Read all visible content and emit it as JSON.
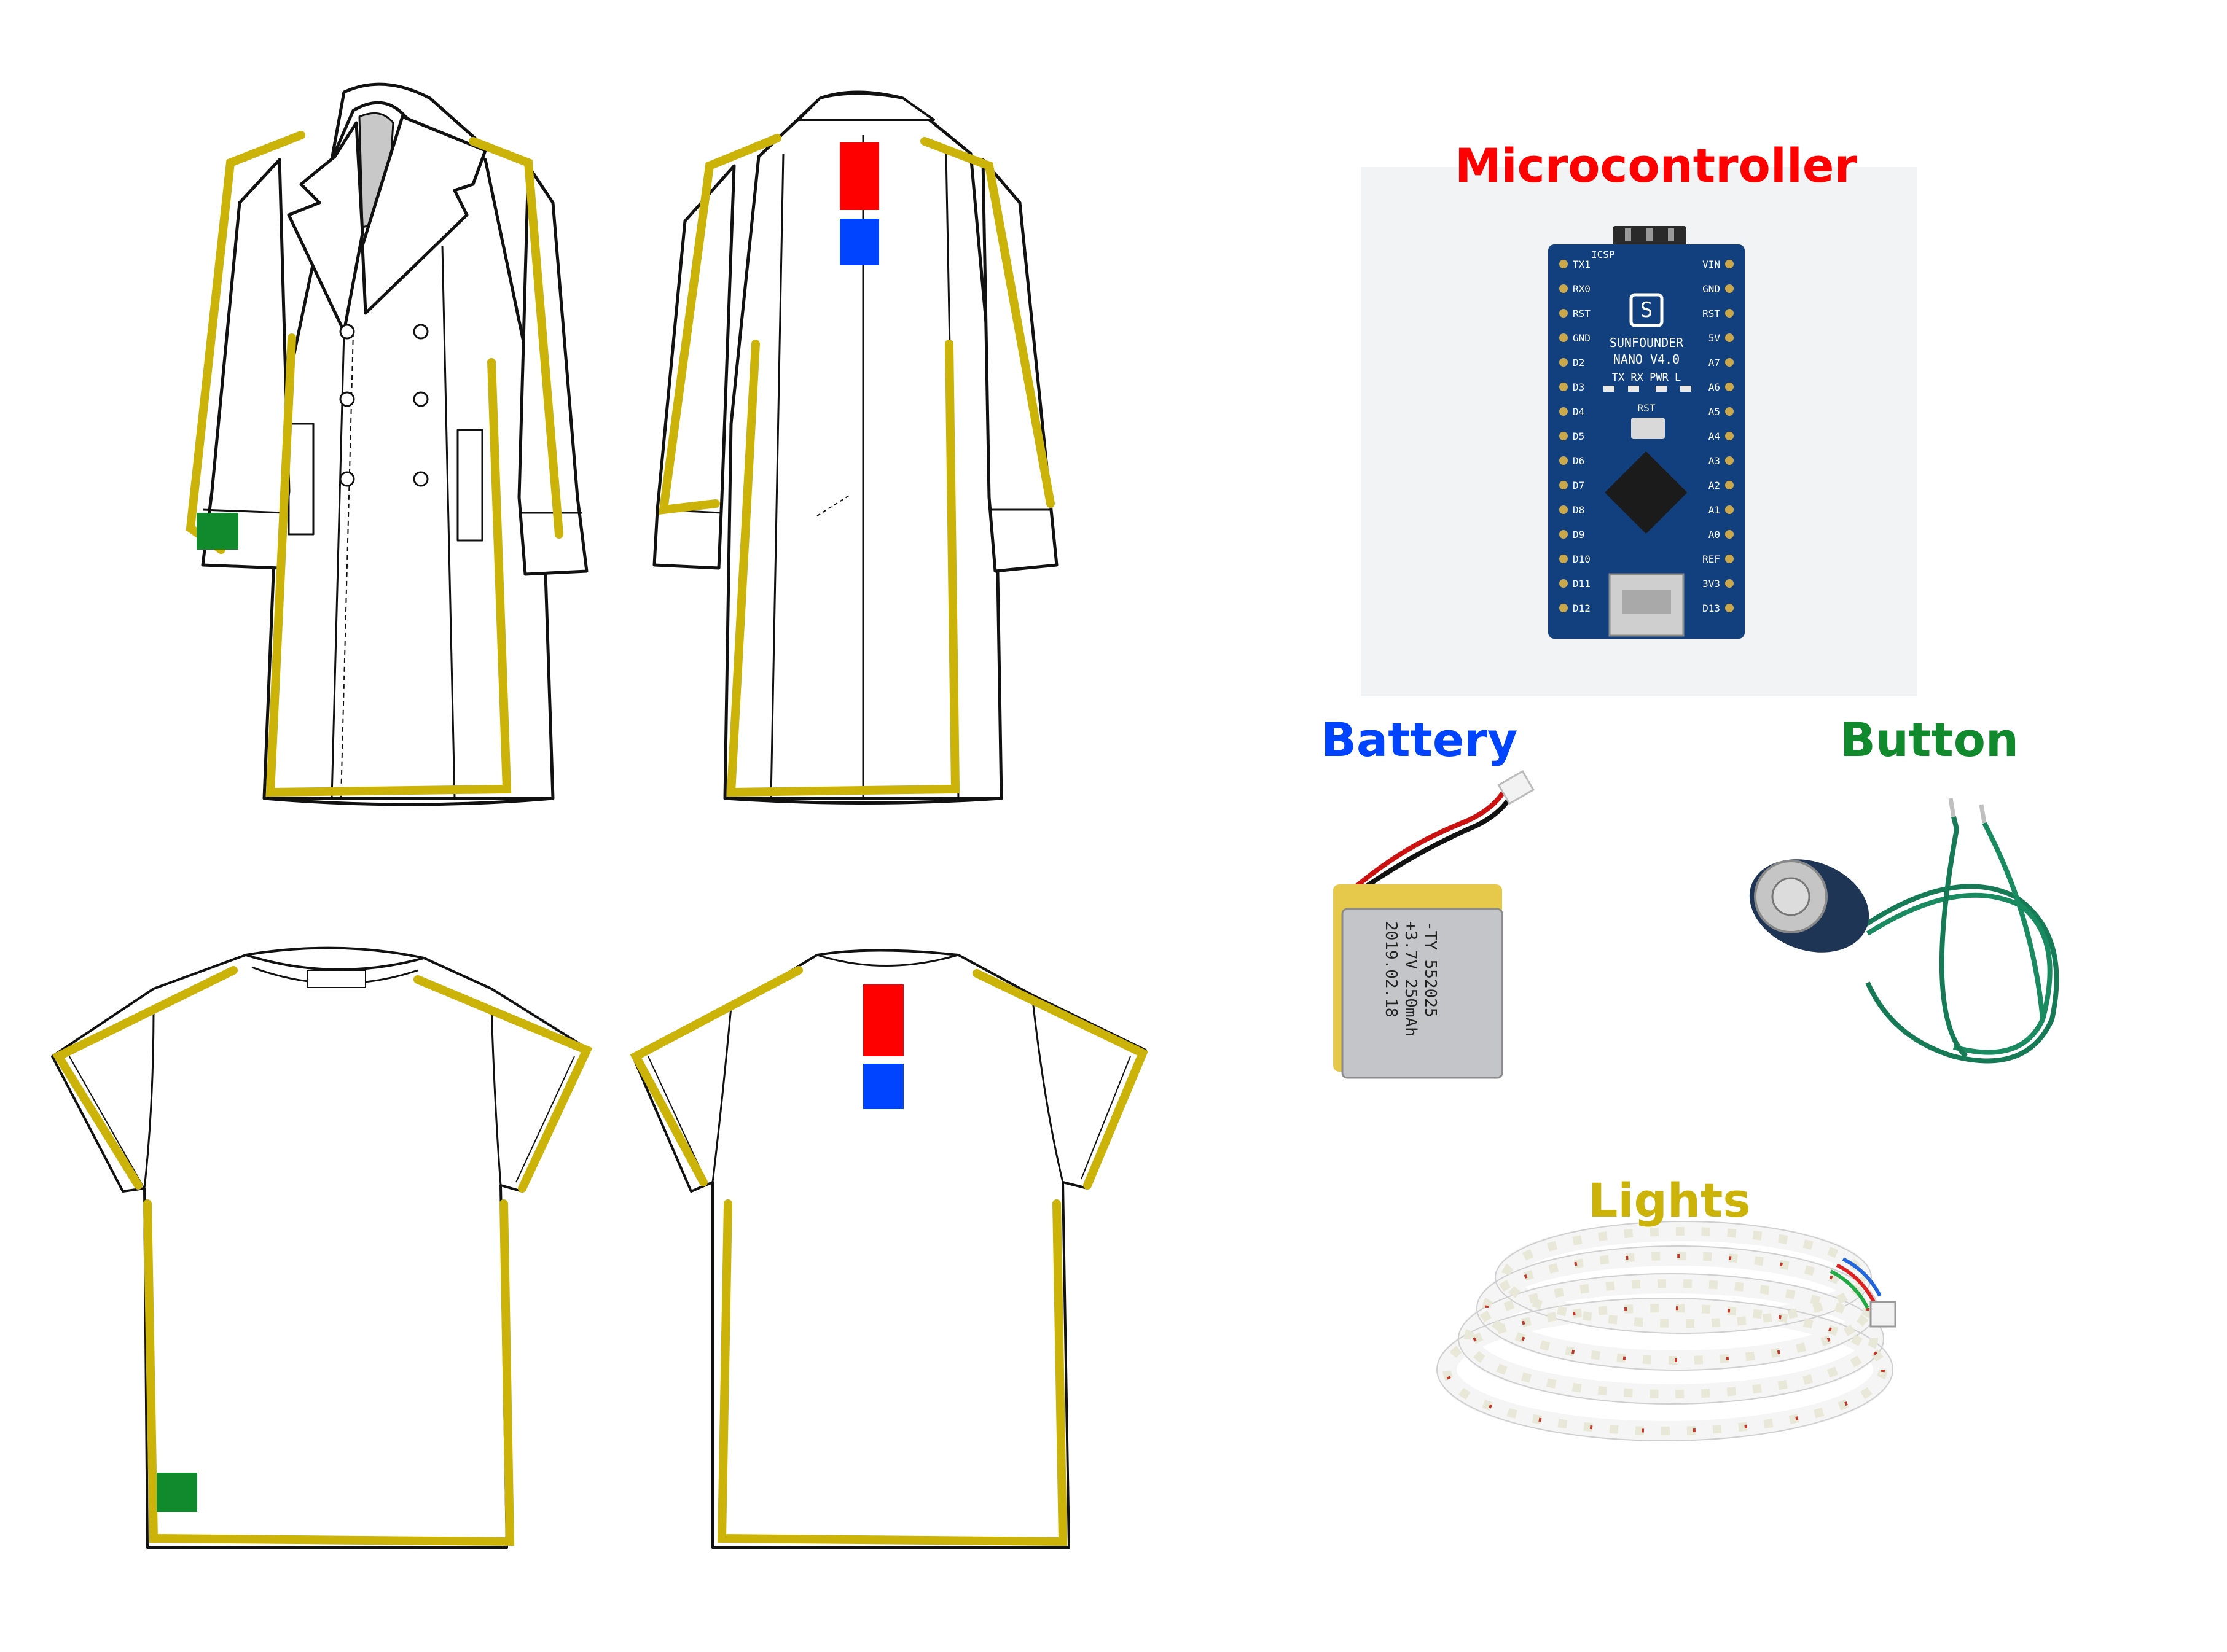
{
  "colors": {
    "microcontroller": "#ff0000",
    "battery": "#0044ff",
    "button": "#118a2e",
    "lights": "#ccb30a",
    "outline": "#111111",
    "board": "#12407e"
  },
  "labels": {
    "microcontroller": "Microcontroller",
    "battery": "Battery",
    "button": "Button",
    "lights": "Lights"
  },
  "board": {
    "brand": "SUNFOUNDER",
    "model": "NANO V4.0",
    "leds": "TX  RX  PWR  L",
    "rst": "RST",
    "icsp": "ICSP",
    "left_pins": [
      "TX1",
      "RX0",
      "RST",
      "GND",
      "D2",
      "D3",
      "D4",
      "D5",
      "D6",
      "D7",
      "D8",
      "D9",
      "D10",
      "D11",
      "D12"
    ],
    "right_pins": [
      "VIN",
      "GND",
      "RST",
      "5V",
      "A7",
      "A6",
      "A5",
      "A4",
      "A3",
      "A2",
      "A1",
      "A0",
      "REF",
      "3V3",
      "D13"
    ]
  },
  "battery_print": {
    "line1": "-TY 552025",
    "line2": "+3.7V 250mAh",
    "line3": "2019.02.18"
  },
  "garments": [
    {
      "id": "coat-front",
      "name": "coat-front-view"
    },
    {
      "id": "coat-back",
      "name": "coat-back-view"
    },
    {
      "id": "tshirt-front",
      "name": "tshirt-front-view"
    },
    {
      "id": "tshirt-back",
      "name": "tshirt-back-view"
    }
  ]
}
